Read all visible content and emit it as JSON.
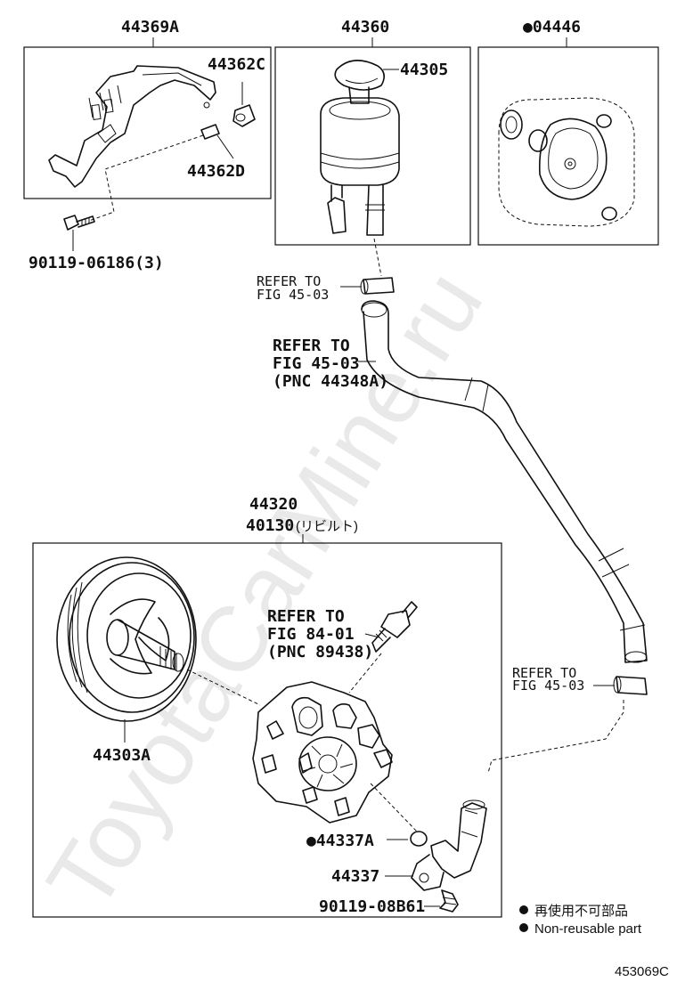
{
  "watermark": "ToyotaCarMine.ru",
  "labels": {
    "bracket": "44369A",
    "reservoir": "44360",
    "gasket_kit": "●04446",
    "cushion": "44362C",
    "collar": "44362D",
    "cap": "44305",
    "bolt_bracket": "90119-06186(3)",
    "pump_assy": "44320",
    "pump_rebuilt_code": "40130",
    "pump_rebuilt_note": "(リビルト)",
    "pulley": "44303A",
    "oring": "●44337A",
    "union": "44337",
    "bolt_union": "90119-08B61",
    "figure_id": "453069C"
  },
  "refs": {
    "clamp_top": [
      "REFER TO",
      "FIG 45-03"
    ],
    "hose": [
      "REFER TO",
      "FIG 45-03",
      "(PNC 44348A)"
    ],
    "switch": [
      "REFER TO",
      "FIG 84-01",
      "(PNC 89438)"
    ],
    "clamp_bottom": [
      "REFER TO",
      "FIG 45-03"
    ]
  },
  "legend": {
    "jp": "再使用不可部品",
    "en": "Non-reusable part"
  }
}
